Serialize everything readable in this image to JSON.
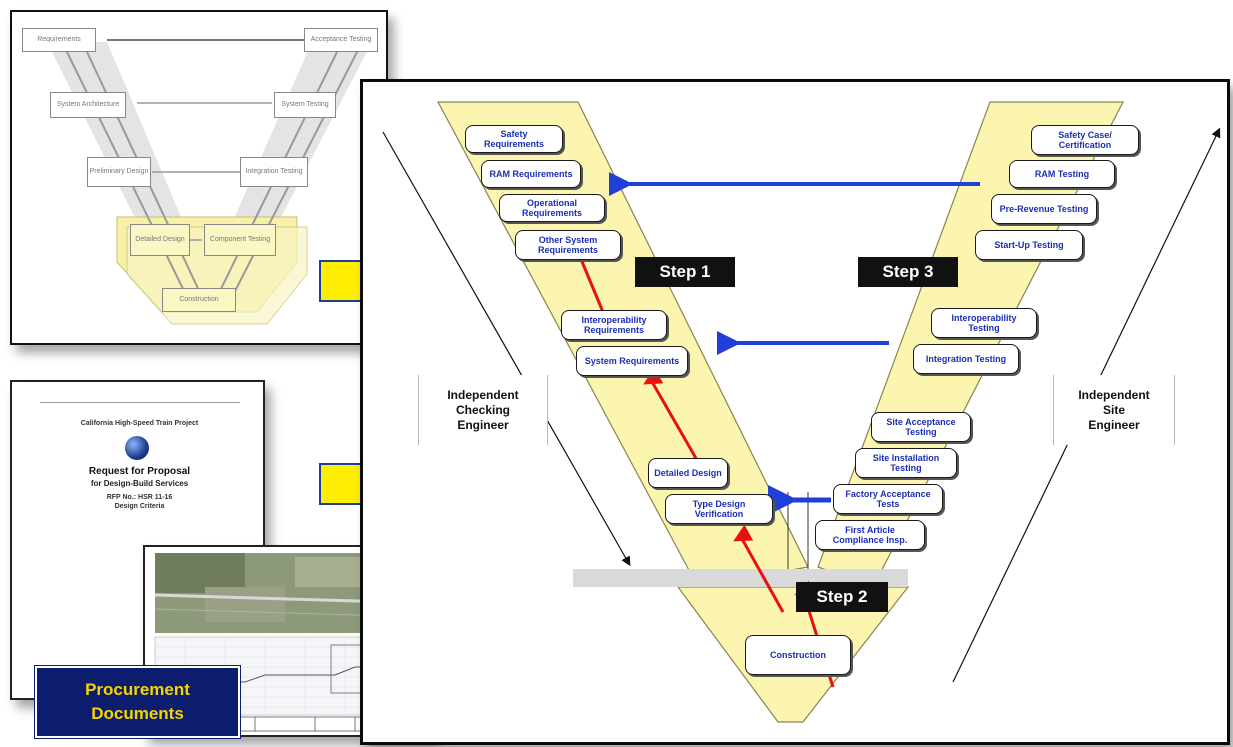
{
  "mini_vmodel": {
    "boxes": [
      "Requirements",
      "Acceptance Testing",
      "System Architecture",
      "System Testing",
      "Preliminary Design",
      "Integration Testing",
      "Detailed Design",
      "Component Testing",
      "Construction"
    ]
  },
  "rfp_document": {
    "header": "California High-Speed Train Project",
    "title": "Request for Proposal",
    "subtitle": "for Design-Build Services",
    "rfp_no": "RFP No.: HSR 11-16",
    "volume": "Design Criteria"
  },
  "procurement_label": [
    "Procurement",
    "Documents"
  ],
  "main_v": {
    "left_boxes": [
      "Safety Requirements",
      "RAM Requirements",
      "Operational Requirements",
      "Other System Requirements",
      "Interoperability Requirements",
      "System Requirements",
      "Detailed Design",
      "Type Design Verification"
    ],
    "right_boxes": [
      "Safety Case/ Certification",
      "RAM Testing",
      "Pre-Revenue Testing",
      "Start-Up Testing",
      "Interoperability Testing",
      "Integration Testing",
      "Site Acceptance Testing",
      "Site Installation Testing",
      "Factory Acceptance Tests",
      "First Article Compliance Insp."
    ],
    "bottom_box": "Construction",
    "steps": [
      "Step 1",
      "Step 2",
      "Step 3"
    ],
    "left_engineer": [
      "Independent",
      "Checking",
      "Engineer"
    ],
    "right_engineer": [
      "Independent",
      "Site",
      "Engineer"
    ]
  },
  "colors": {
    "v_fill": "#fbf5b0",
    "box_text": "#1a2fb5",
    "arrow_blue": "#1f3fd6",
    "arrow_red": "#e81010",
    "big_arrow": "#ffee00",
    "proc_bg": "#0d1d6e",
    "proc_text": "#f5d400"
  }
}
